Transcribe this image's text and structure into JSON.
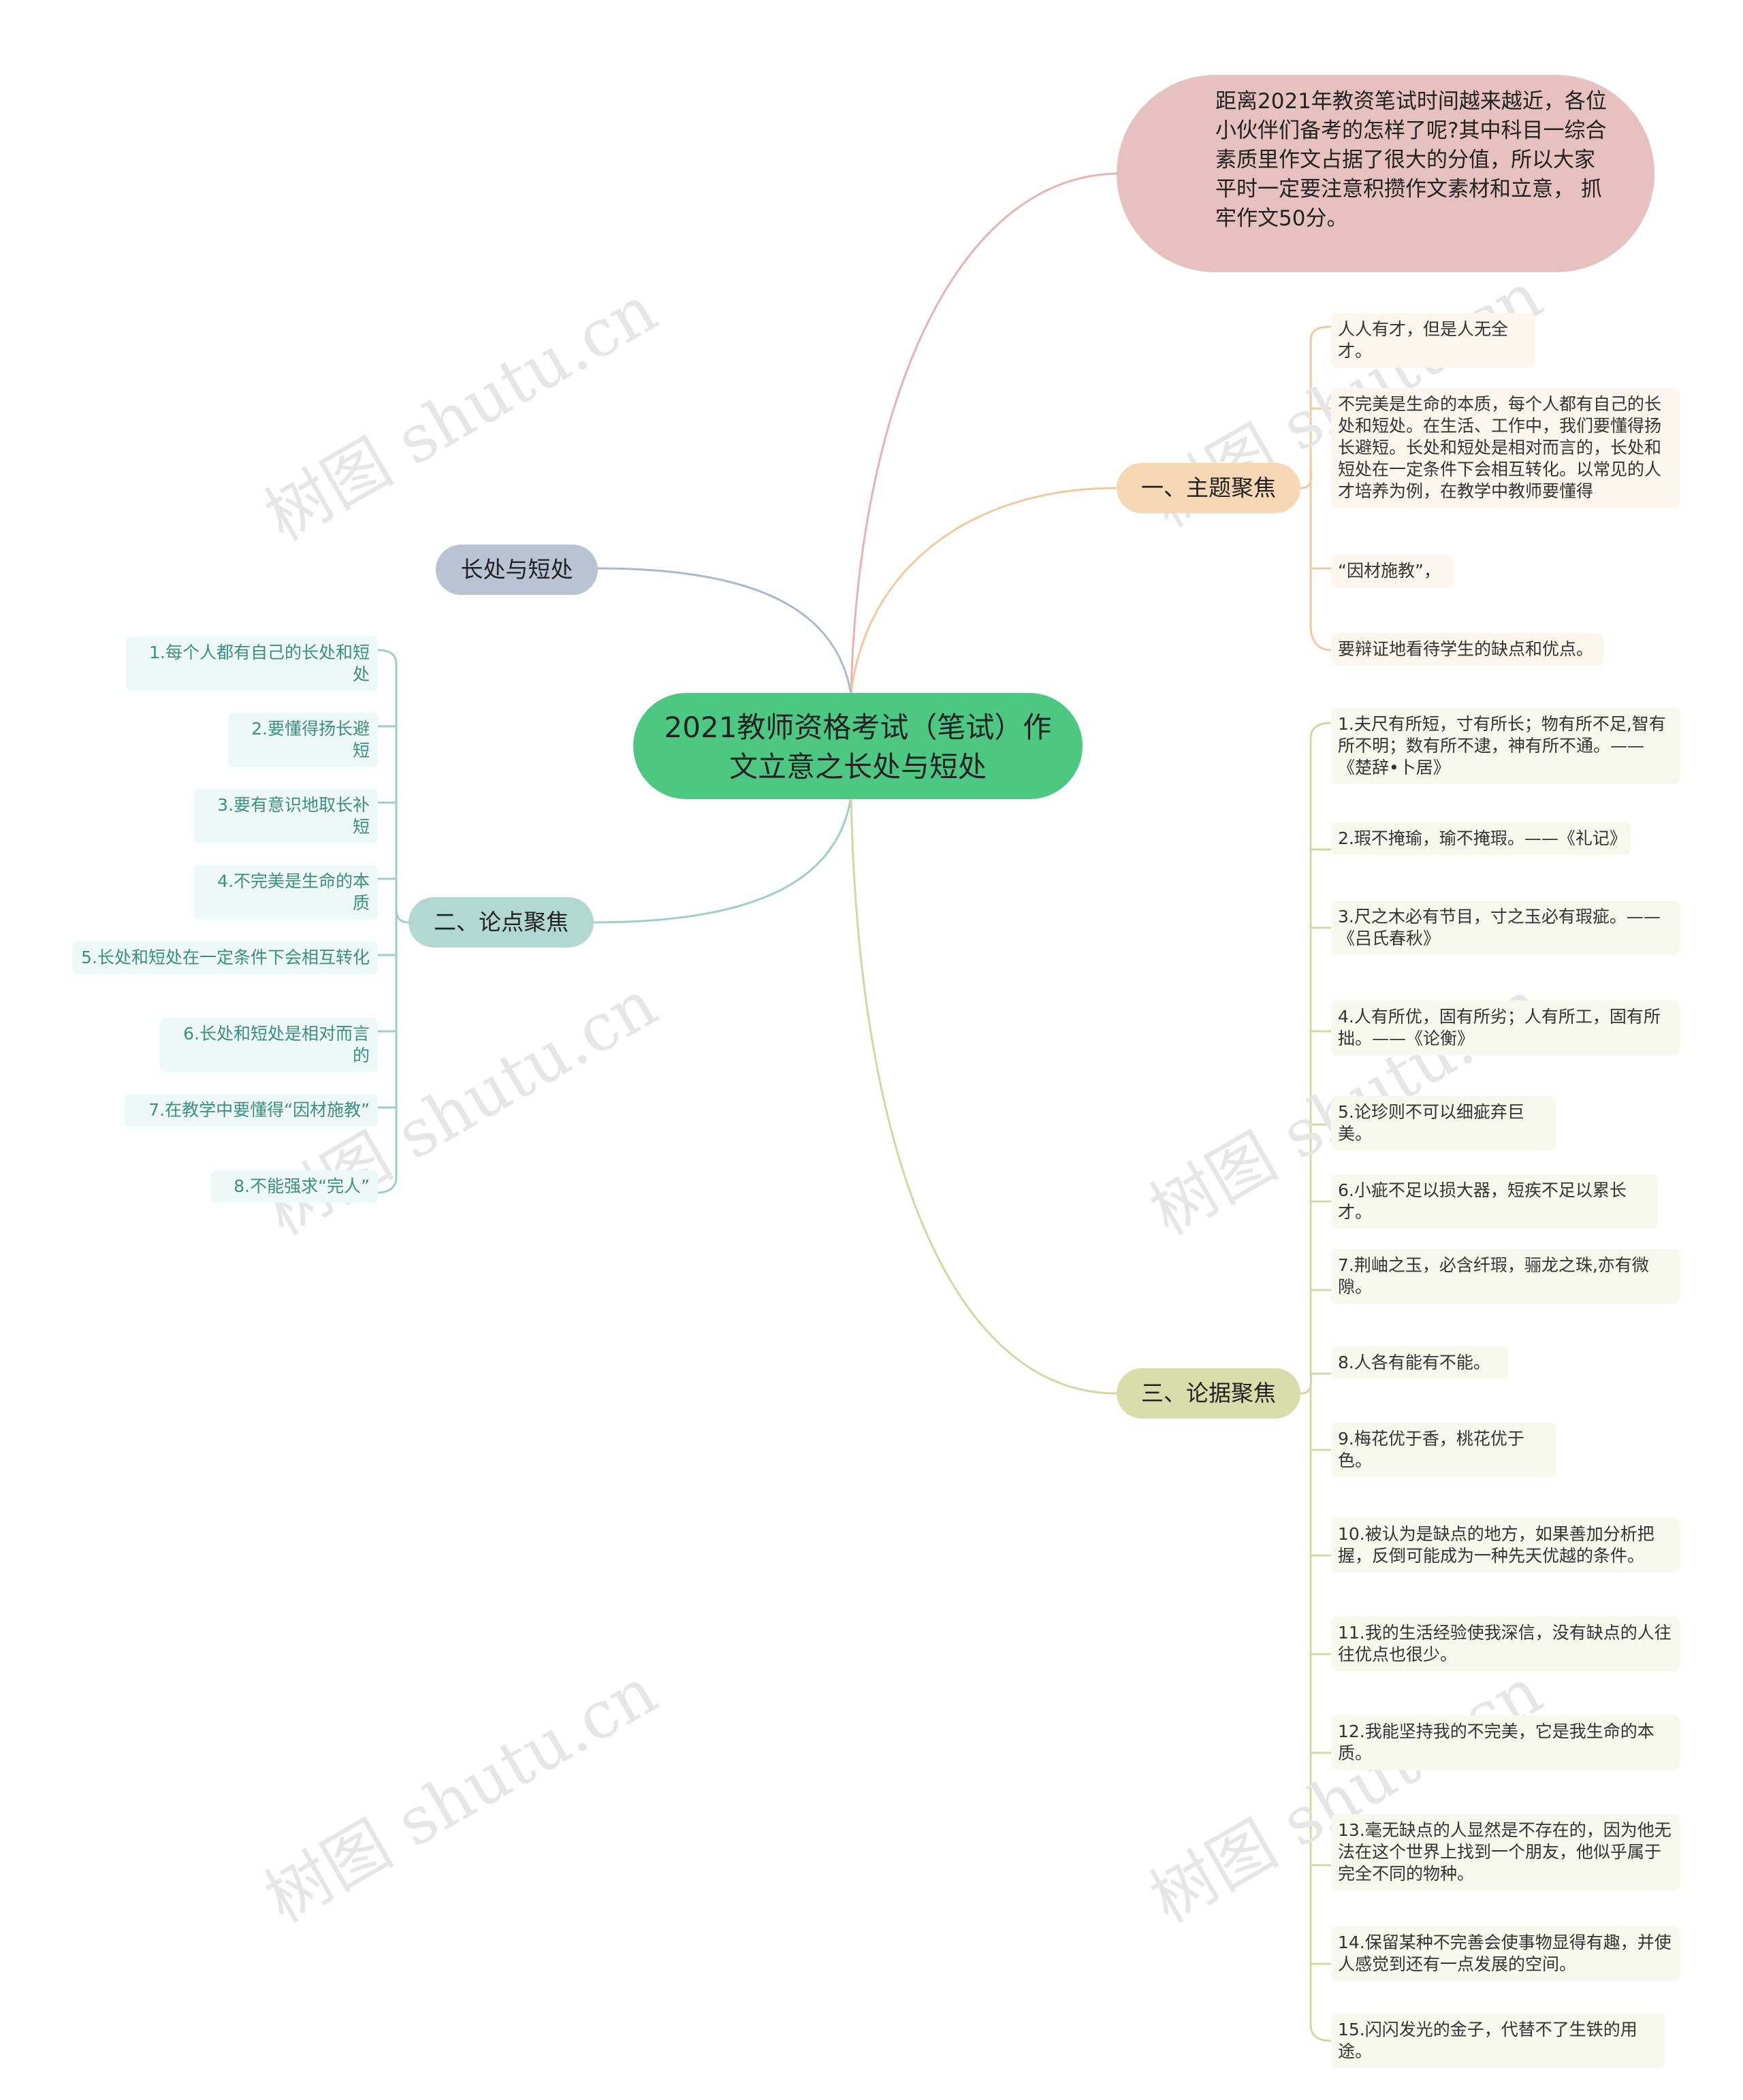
{
  "title": "2021教师资格考试（笔试）作文立意之长处与短处",
  "intro": "距离2021年教资笔试时间越来越近，各位小伙伴们备考的怎样了呢?其中科目一综合素质里作文占据了很大的分值，所以大家平时一定要注意积攒作文素材和立意， 抓牢作文50分。",
  "branches": {
    "topic": "一、主题聚焦",
    "args": "二、论点聚焦",
    "evidence": "三、论据聚焦",
    "long_short": "长处与短处"
  },
  "topic_items": [
    "人人有才，但是人无全才。",
    "不完美是生命的本质，每个人都有自己的长处和短处。在生活、工作中，我们要懂得扬长避短。长处和短处是相对而言的，长处和短处在一定条件下会相互转化。以常见的人才培养为例，在教学中教师要懂得",
    "“因材施教”，",
    "要辩证地看待学生的缺点和优点。"
  ],
  "arg_items": [
    "1.每个人都有自己的长处和短处",
    "2.要懂得扬长避短",
    "3.要有意识地取长补短",
    "4.不完美是生命的本质",
    "5.长处和短处在一定条件下会相互转化",
    "6.长处和短处是相对而言的",
    "7.在教学中要懂得“因材施教”",
    "8.不能强求“完人”"
  ],
  "evidence_items": [
    "1.夫尺有所短，寸有所长；物有所不足,智有所不明；数有所不逮，神有所不通。——《楚辞•卜居》",
    "2.瑕不掩瑜，瑜不掩瑕。——《礼记》",
    "3.尺之木必有节目，寸之玉必有瑕疵。——《吕氏春秋》",
    "4.人有所优，固有所劣；人有所工，固有所拙。——《论衡》",
    "5.论珍则不可以细疵弃巨美。",
    "6.小疵不足以损大器，短疾不足以累长才。",
    "7.荆岫之玉，必含纤瑕，骊龙之珠,亦有微隙。",
    "8.人各有能有不能。",
    "9.梅花优于香，桃花优于色。",
    "10.被认为是缺点的地方，如果善加分析把握，反倒可能成为一种先天优越的条件。",
    "11.我的生活经验使我深信，没有缺点的人往往优点也很少。",
    "12.我能坚持我的不完美，它是我生命的本质。",
    "13.毫无缺点的人显然是不存在的，因为他无法在这个世界上找到一个朋友，他似乎属于完全不同的物种。",
    "14.保留某种不完善会使事物显得有趣，并使人感觉到还有一点发展的空间。",
    "15.闪闪发光的金子，代替不了生铁的用途。"
  ],
  "watermark": "树图 shutu.cn",
  "colors": {
    "center": "#4cc882",
    "intro": "#e6c1c0",
    "topic": "#f6d8b4",
    "args": "#b1d9d1",
    "evidence": "#d9ddaa",
    "long_short": "#b9c3d4"
  }
}
